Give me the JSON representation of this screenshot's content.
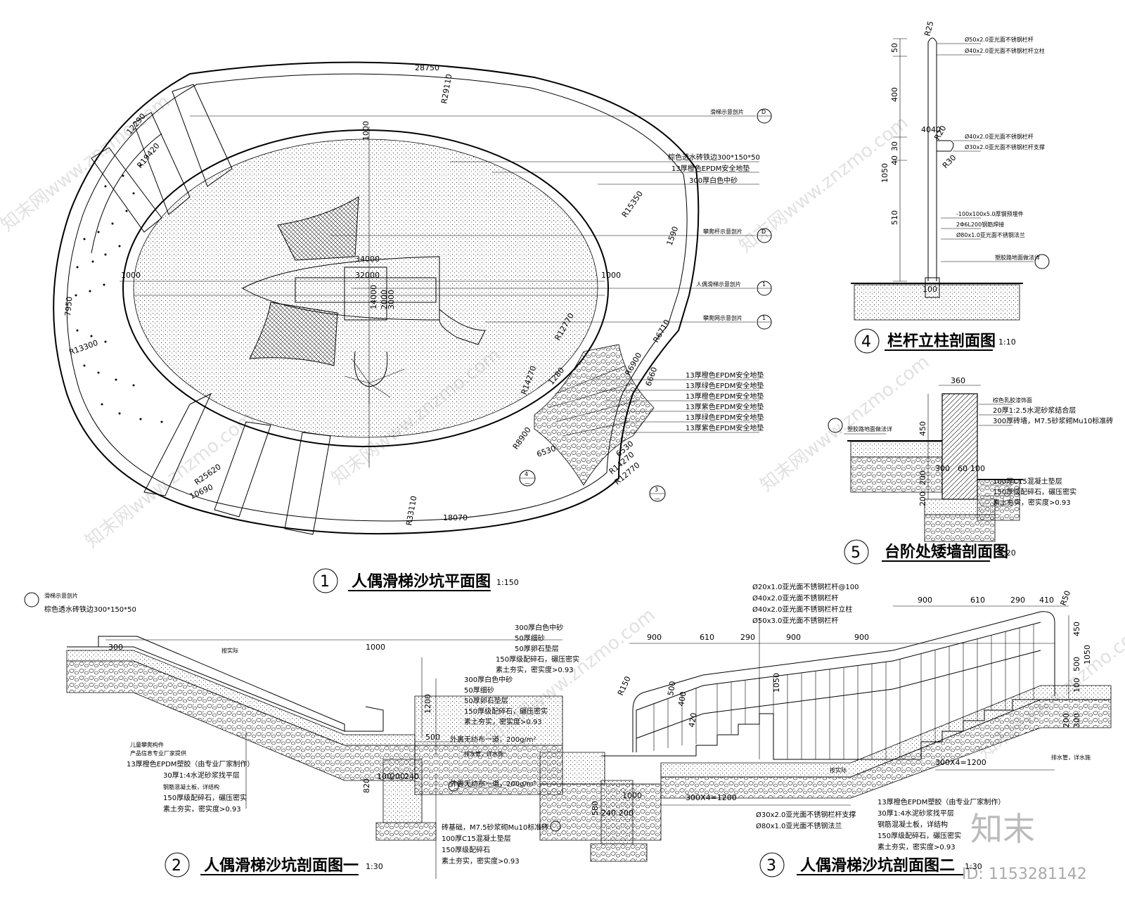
{
  "plan": {
    "dims": {
      "d28750": "28750",
      "r29110": "R29110",
      "d12290": "12290",
      "r19420": "R19420",
      "r15350": "R15350",
      "d1590": "1590",
      "d1000a": "1000",
      "d1000b": "1000",
      "d34000": "34000",
      "d32000": "32000",
      "d14000": "14000",
      "d7950": "7950",
      "r13300": "R13300",
      "d1000t": "1000",
      "r12770a": "R12770",
      "r6710": "R6710",
      "r14270a": "R14270",
      "d1280": "1280",
      "r6900": "R6900",
      "d6660": "6660",
      "r8900": "R8900",
      "d6530": "6530",
      "d6530b": "6530",
      "r14270b": "R14270",
      "r12770b": "R12770",
      "r25620": "R25620",
      "d10690": "10690",
      "r33110": "R33110",
      "d18070": "18070",
      "d2000": "2000",
      "d3000": "3000"
    },
    "callouts": {
      "c1": "滑梯示意剖片",
      "c2": "棕色透水砖铁边300*150*50",
      "c3": "13厚橙色EPDM安全地垫",
      "c4": "300厚白色中砂",
      "c5": "攀爬杆示意剖片",
      "c6": "人偶滑梯示意剖片",
      "c7": "攀爬网示意剖片",
      "epdm": [
        "13厚橙色EPDM安全地垫",
        "13厚绿色EPDM安全地垫",
        "13厚橙色EPDM安全地垫",
        "13厚紫色EPDM安全地垫",
        "13厚绿色EPDM安全地垫",
        "13厚紫色EPDM安全地垫"
      ]
    },
    "markers": {
      "m_d": "D",
      "m_num1": "1",
      "m_num3": "3",
      "m_num4": "4",
      "m_dash": "—"
    },
    "title": {
      "num": "1",
      "text": "人偶滑梯沙坑平面图",
      "scale": "1:150"
    }
  },
  "sec4": {
    "dims": {
      "r25": "R25",
      "d50": "50",
      "d400": "400",
      "d1050": "1050",
      "d30": "30",
      "d40": "40",
      "d510": "510",
      "d4040": "4040",
      "r20": "R20",
      "r30": "R30",
      "d100": "100"
    },
    "notes": [
      "Ø50x2.0亚光面不锈钢栏杆",
      "Ø40x2.0亚光面不锈钢栏杆立柱",
      "Ø40x2.0亚光面不锈钢栏杆",
      "Ø30x2.0亚光面不锈钢栏杆支撑",
      "-100x100x5.0厚钢预埋件",
      "2Φ6L200钢筋焊接",
      "Ø80x1.0亚光面不锈钢法兰",
      "塑胶路地面做法详"
    ],
    "title": {
      "num": "4",
      "text": "栏杆立柱剖面图",
      "scale": "1:10"
    }
  },
  "sec5": {
    "dims": {
      "d360": "360",
      "d450": "450",
      "d300": "300",
      "d60": "60",
      "d200a": "200",
      "d200b": "200",
      "d100": "100"
    },
    "notes": [
      "棕色乳胶漆饰面",
      "20厚1:2.5水泥砂浆结合层",
      "300厚砖墙，M7.5砂浆砌Mu10标准砖",
      "塑胶路地面做法详",
      "100厚C15混凝土垫层",
      "150厚级配碎石，碾压密实",
      "素土夯实，密实度>0.93"
    ],
    "title": {
      "num": "5",
      "text": "台阶处矮墙剖面图",
      "scale": "1:20"
    }
  },
  "sec2": {
    "dims": {
      "d300": "300",
      "d1000": "1000",
      "d1200": "1200",
      "d500": "500",
      "d820": "820",
      "d100": "100",
      "d200": "200",
      "d240": "240",
      "mid": "按实际"
    },
    "notesTop": [
      "滑梯示意剖片",
      "棕色透水砖铁边300*150*50"
    ],
    "notesLeft": [
      "儿童攀爬构件",
      "产品信息专业厂家提供",
      "13厚橙色EPDM塑胶（由专业厂家制作）",
      "30厚1:4水泥砂浆找平层",
      "钢筋混凝土板，详结构",
      "150厚级配碎石，碾压密实",
      "素土夯实，密实度>0.93"
    ],
    "notesRight": [
      "300厚白色中砂",
      "50厚细砂",
      "50厚卵石垫层",
      "150厚级配碎石，碾压密实",
      "素土夯实，密实度>0.93",
      "外裹无纺布一道，200g/m²",
      "排水管，详水施",
      "外裹无纺布一道，200g/m²"
    ],
    "notesBottom": [
      "砖基础，M7.5砂浆砌Mu10标准砖",
      "100厚C15混凝土垫层",
      "150厚级配碎石",
      "素土夯实，密实度>0.93"
    ],
    "title": {
      "num": "2",
      "text": "人偶滑梯沙坑剖面图一",
      "scale": "1:30"
    }
  },
  "sec3": {
    "dims": {
      "t900a": "900",
      "t610a": "610",
      "t290a": "290",
      "t900b": "900",
      "t900c": "900",
      "t900d": "900",
      "t610b": "610",
      "t290b": "290",
      "t410": "410",
      "r50": "R50",
      "r150": "R150",
      "v450": "450",
      "v1050": "1050",
      "v500": "500",
      "v100": "100",
      "v200": "200",
      "v300": "300",
      "s300x4a": "300X4=1200",
      "s300x4b": "300X4=1200",
      "d1000": "1000",
      "d240": "240",
      "d200": "200",
      "d580": "580",
      "mid": "按实际",
      "l1050": "1050",
      "l400": "400",
      "l420": "420",
      "l500": "500"
    },
    "notesTop": [
      "Ø20x1.0亚光面不锈钢栏杆@100",
      "Ø40x2.0亚光面不锈钢栏杆",
      "Ø40x2.0亚光面不锈钢栏杆立柱",
      "Ø50x3.0亚光面不锈钢栏杆"
    ],
    "notesLeft": [
      "300厚白色中砂",
      "50厚细砂",
      "50厚卵石垫层",
      "150厚级配碎石，碾压密实",
      "素土夯实，密实度>0.93"
    ],
    "notesBottom": [
      "Ø30x2.0亚光面不锈钢栏杆支撑",
      "Ø80x1.0亚光面不锈钢法兰"
    ],
    "notesRight": [
      "13厚橙色EPDM塑胶（由专业厂家制作）",
      "30厚1:4水泥砂浆找平层",
      "钢筋混凝土板，详结构",
      "150厚级配碎石，碾压密实",
      "素土夯实，密实度>0.93"
    ],
    "drain": "排水管，详水施",
    "title": {
      "num": "3",
      "text": "人偶滑梯沙坑剖面图二",
      "scale": "1:30"
    }
  },
  "watermark": {
    "text": "知末网www.znzmo.com",
    "logo": "知末",
    "id": "ID: 1153281142"
  }
}
